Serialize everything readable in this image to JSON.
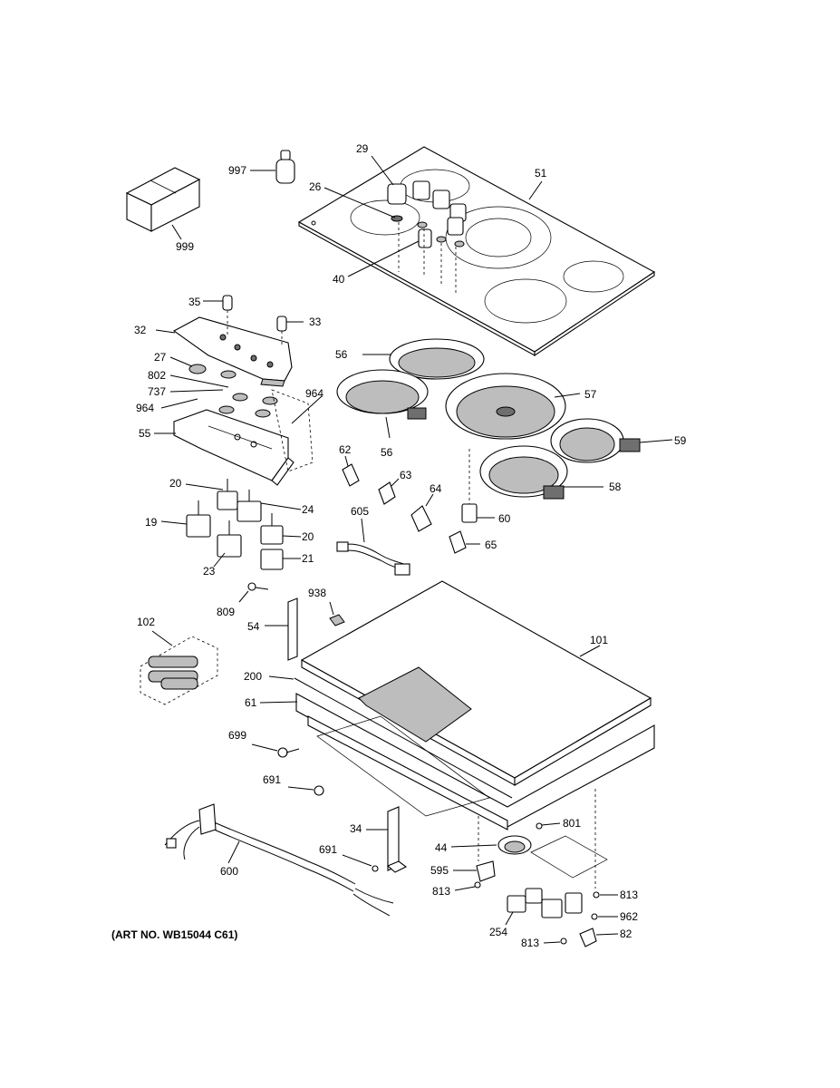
{
  "art_number": "(ART NO. WB15044 C61)",
  "callouts": {
    "c997": "997",
    "c999": "999",
    "c29": "29",
    "c26": "26",
    "c51": "51",
    "c40": "40",
    "c35": "35",
    "c33": "33",
    "c32": "32",
    "c27": "27",
    "c802": "802",
    "c737": "737",
    "c964a": "964",
    "c964b": "964",
    "c55": "55",
    "c20a": "20",
    "c24": "24",
    "c19": "19",
    "c20b": "20",
    "c23": "23",
    "c21": "21",
    "c56a": "56",
    "c56b": "56",
    "c57": "57",
    "c59": "59",
    "c58": "58",
    "c62": "62",
    "c63": "63",
    "c64": "64",
    "c60": "60",
    "c605": "605",
    "c65": "65",
    "c809": "809",
    "c938": "938",
    "c54": "54",
    "c102": "102",
    "c101": "101",
    "c200": "200",
    "c61": "61",
    "c699": "699",
    "c691a": "691",
    "c34": "34",
    "c691b": "691",
    "c600": "600",
    "c801": "801",
    "c44": "44",
    "c595": "595",
    "c813a": "813",
    "c813b": "813",
    "c962": "962",
    "c254": "254",
    "c813c": "813",
    "c82": "82"
  }
}
